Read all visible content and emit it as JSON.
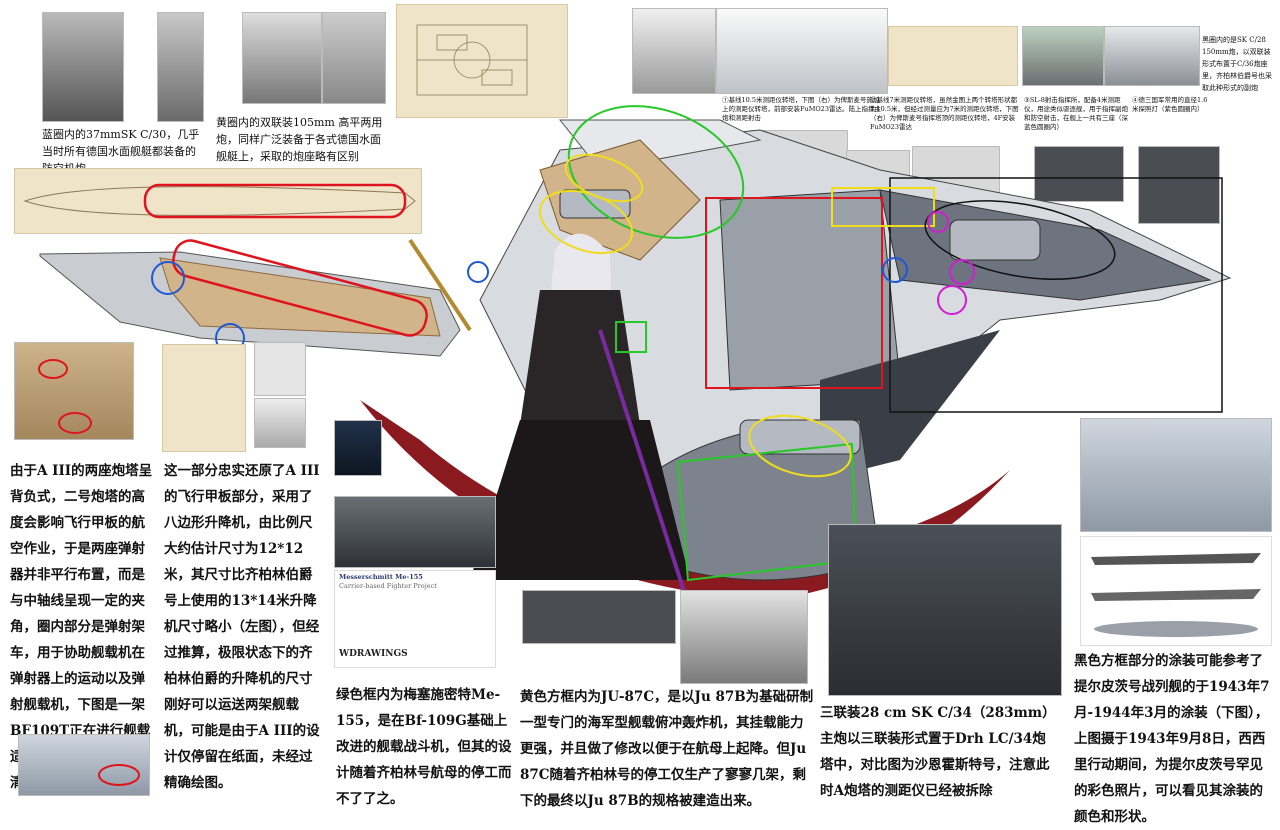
{
  "captions": {
    "aa_gun": "蓝圈内的37mmSK C/30，几乎当时所有德国水面舰艇都装备的防空机炮",
    "twin_105": "黄圈内的双联装105mm 高平两用炮，同样广泛装备于各式德国水面舰艇上，采取的炮座略有区别",
    "spec1": "①基线10.5米测距仪转塔，下图（右）为俾斯麦号施加上的测距仪转塔，前部安装FuMO23雷达。陆上指挥主炮和测距射击",
    "spec2": "②基线7米测距仪转塔，虽然金图上两个转塔形状都为10.5米，但经过测量应为7米的测距仪转塔，下图（右）为俾斯麦号指挥塔顶的测距仪转塔，4F安装FuMO23雷达",
    "spec3": "③SL-8射击指挥所，配备4米测距仪，用途类似驱逐舰，用于指挥副炮和防空射击，在舰上一共有三座（深蓝色圆圈内）",
    "spec4": "④德三国军常用的直径1.6米探照灯（紫色圆圈内）",
    "sk_c28": "黑圈内的是SK C/28 150mm炮，以双联装形式布置于C/36炮座里，齐柏林伯爵号也采取此种形式的副炮",
    "mesh_title": "Messerschmitt Me-155",
    "mesh_sub": "Carrier-based Fighter Project",
    "wdrawings": "WDRAWINGS"
  },
  "paragraphs": {
    "left": "由于A III的两座炮塔呈背负式，二号炮塔的高度会影响飞行甲板的航空作业，于是两座弹射器并非平行布置，而是与中轴线呈现一定的夹角，圈内部分是弹射架车，用于协助舰载机在弹射器上的运动以及弹射舰载机，下图是一架BF109T正在进行舰载适应性实验，弹射架车清晰可见。",
    "elevator": "这一部分忠实还原了A III的飞行甲板部分，采用了八边形升降机，由比例尺大约估计尺寸为12*12米，其尺寸比齐柏林伯爵号上使用的13*14米升降机尺寸略小（左图），但经过推算，极限状态下的齐柏林伯爵的升降机的尺寸刚好可以运送两架舰载机，可能是由于A III的设计仅停留在纸面，未经过精确绘图。",
    "me155": "绿色框内为梅塞施密特Me-155，是在Bf-109G基础上改进的舰载战斗机，但其的设计随着齐柏林号航母的停工而不了了之。",
    "ju87": "黄色方框内为JU-87C，是以Ju 87B为基础研制一型专门的海军型舰载俯冲轰炸机，其挂载能力更强，并且做了修改以便于在航母上起降。但Ju 87C随着齐柏林号的停工仅生产了寥寥几架，剩下的最终以Ju 87B的规格被建造出来。",
    "sk34": "三联装28 cm SK C/34（283mm）主炮以三联装形式置于Drh LC/34炮塔中，对比图为沙恩霍斯特号，注意此时A炮塔的测距仪已经被拆除",
    "camo": "黑色方框部分的涂装可能参考了提尔皮茨号战列舰的于1943年7月-1944年3月的涂装（下图），上图摄于1943年9月8日，西西里行动期间，为提尔皮茨号罕见的彩色照片，可以看见其涂装的颜色和形状。"
  },
  "colors": {
    "red": "#e0141e",
    "blue": "#1e58d8",
    "yellow": "#f0dc1e",
    "green": "#28c828",
    "magenta": "#d21ed2",
    "black": "#111111"
  }
}
